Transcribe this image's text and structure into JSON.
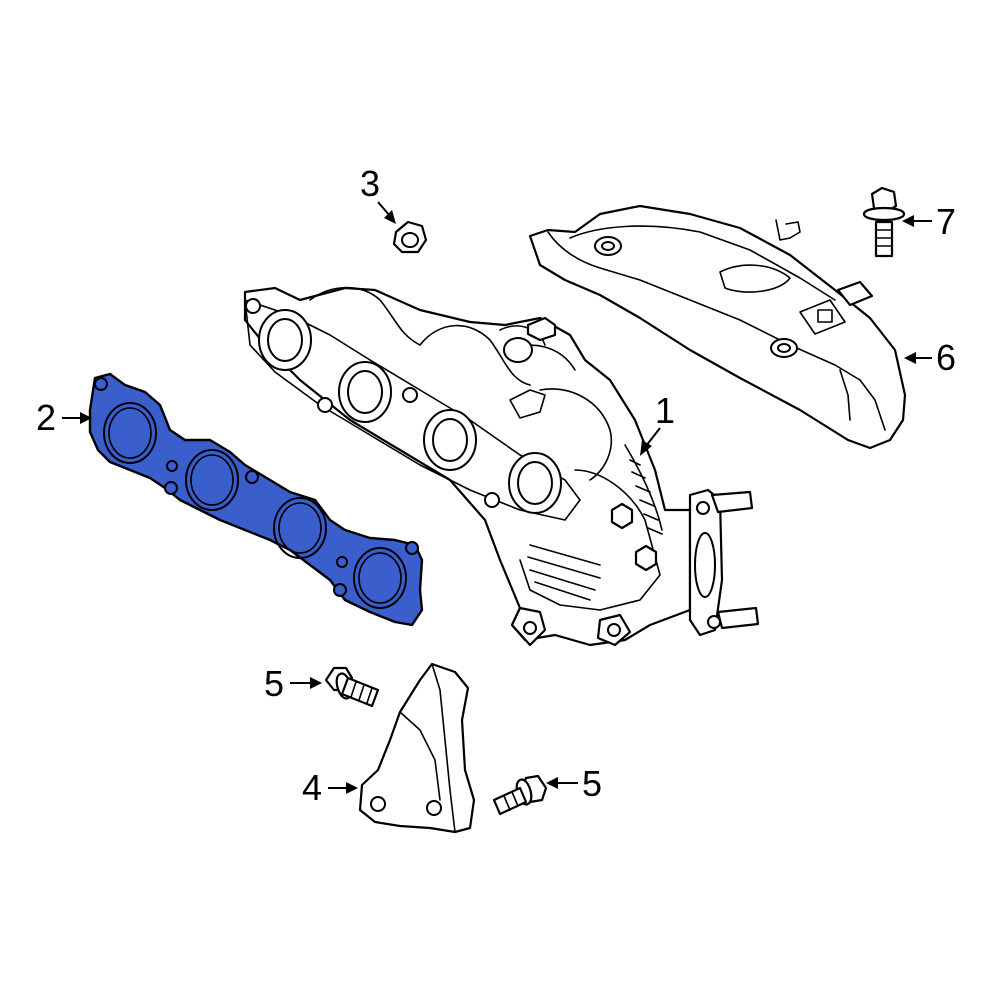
{
  "diagram": {
    "highlight_color": "#3a5fcd",
    "line_color": "#000000",
    "background": "#ffffff",
    "callouts": [
      {
        "id": "c1",
        "label": "1",
        "part": "exhaust-manifold-catalytic-converter"
      },
      {
        "id": "c2",
        "label": "2",
        "part": "exhaust-manifold-gasket"
      },
      {
        "id": "c3",
        "label": "3",
        "part": "manifold-nut"
      },
      {
        "id": "c4",
        "label": "4",
        "part": "manifold-support-bracket"
      },
      {
        "id": "c5a",
        "label": "5",
        "part": "bracket-bolt"
      },
      {
        "id": "c5b",
        "label": "5",
        "part": "bracket-bolt"
      },
      {
        "id": "c6",
        "label": "6",
        "part": "heat-shield"
      },
      {
        "id": "c7",
        "label": "7",
        "part": "heat-shield-bolt"
      }
    ]
  }
}
